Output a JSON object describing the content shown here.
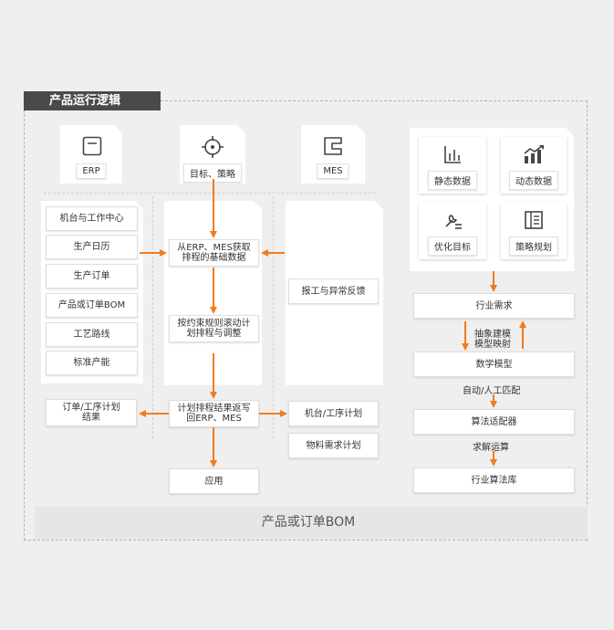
{
  "title": "产品运行逻辑",
  "bottom_label": "产品或订单BOM",
  "colors": {
    "accent": "#f07c1e",
    "title_bg": "#4a4a4a"
  },
  "top_cards": {
    "erp": {
      "icon": "erp-window-icon",
      "label": "ERP"
    },
    "target": {
      "icon": "crosshair-target-icon",
      "label": "目标、策略"
    },
    "mes": {
      "icon": "mes-document-icon",
      "label": "MES"
    }
  },
  "erp_items": [
    "机台与工作中心",
    "生产日历",
    "生产订单",
    "产品或订单BOM",
    "工艺路线",
    "标准产能"
  ],
  "flow": {
    "step1": "从ERP、MES获取排程的基础数据",
    "step2": "按约束规则滚动计划排程与调整",
    "step3": "计划排程结果返写回ERP、MES",
    "output_app": "应用",
    "output_left": "订单/工序计划结果"
  },
  "mes_feedback": "报工与异常反馈",
  "mes_outputs": [
    "机台/工序计划",
    "物料需求计划"
  ],
  "data_cards": [
    {
      "icon": "bar-chart-icon",
      "label": "静态数据"
    },
    {
      "icon": "trend-chart-icon",
      "label": "动态数据"
    },
    {
      "icon": "optimize-wrench-icon",
      "label": "优化目标"
    },
    {
      "icon": "strategy-doc-icon",
      "label": "策略规划"
    }
  ],
  "right_flow": {
    "industry_demand": "行业需求",
    "abstract_label_1": "抽象建模",
    "abstract_label_2": "模型映射",
    "math_model": "数学模型",
    "auto_match": "自动/人工匹配",
    "algorithm_adapter": "算法适配器",
    "solve_label": "求解运算",
    "algorithm_lib": "行业算法库"
  }
}
